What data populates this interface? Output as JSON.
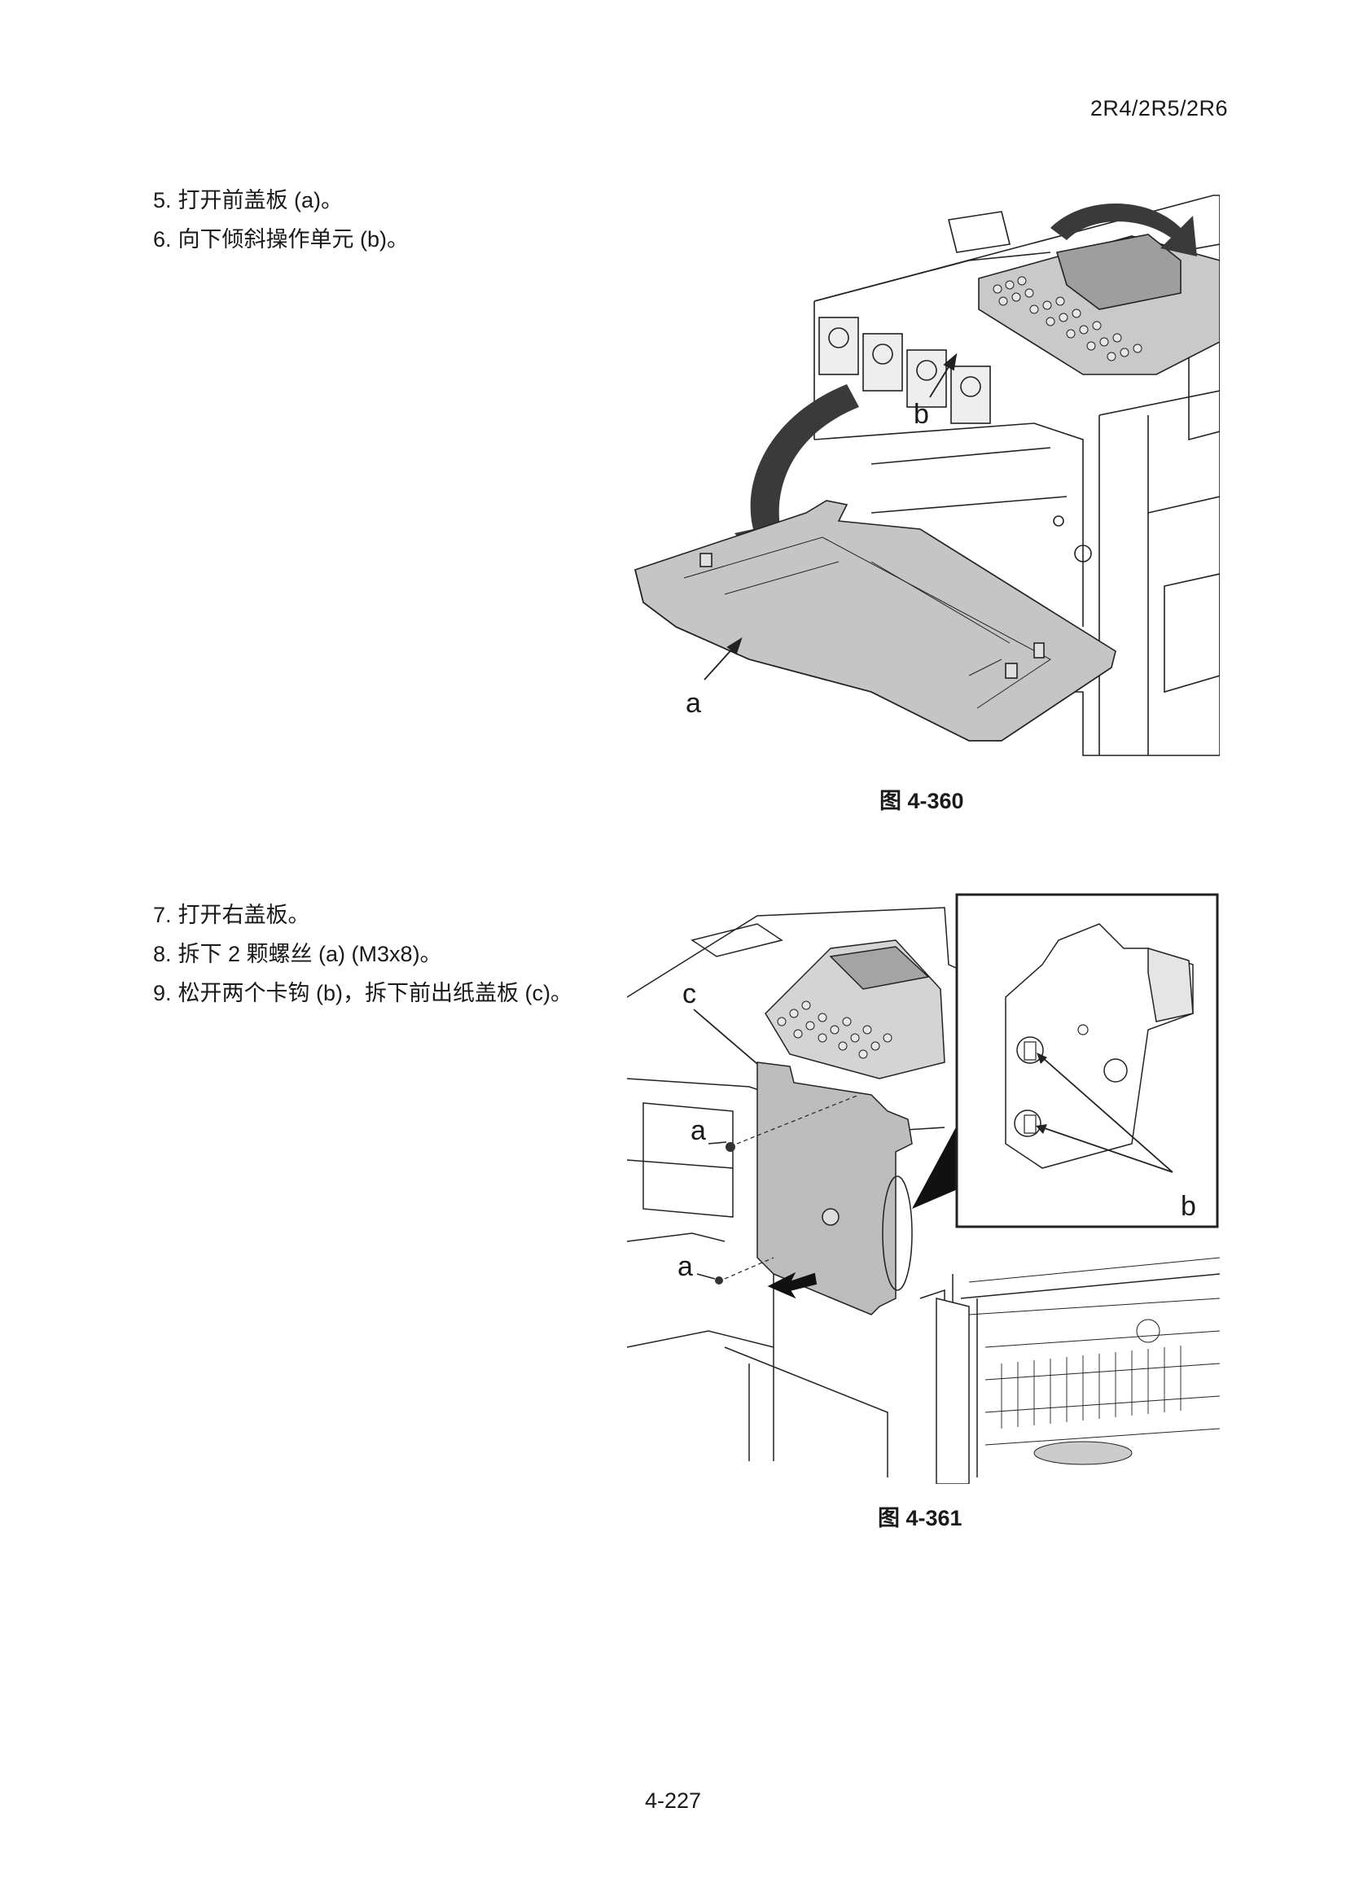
{
  "header": {
    "model_code": "2R4/2R5/2R6"
  },
  "section1": {
    "steps": [
      {
        "num": "5.",
        "text": "打开前盖板 (a)。"
      },
      {
        "num": "6.",
        "text": "向下倾斜操作单元 (b)。"
      }
    ],
    "figure": {
      "caption": "图 4-360",
      "labels": {
        "a": "a",
        "b": "b"
      }
    }
  },
  "section2": {
    "steps": [
      {
        "num": "7.",
        "text": "打开右盖板。"
      },
      {
        "num": "8.",
        "text": "拆下 2 颗螺丝 (a) (M3x8)。"
      },
      {
        "num": "9.",
        "text": "松开两个卡钩 (b)，拆下前出纸盖板 (c)。"
      }
    ],
    "figure": {
      "caption": "图 4-361",
      "labels": {
        "a1": "a",
        "a2": "a",
        "b": "b",
        "c": "c"
      }
    }
  },
  "footer": {
    "page_number": "4-227"
  }
}
